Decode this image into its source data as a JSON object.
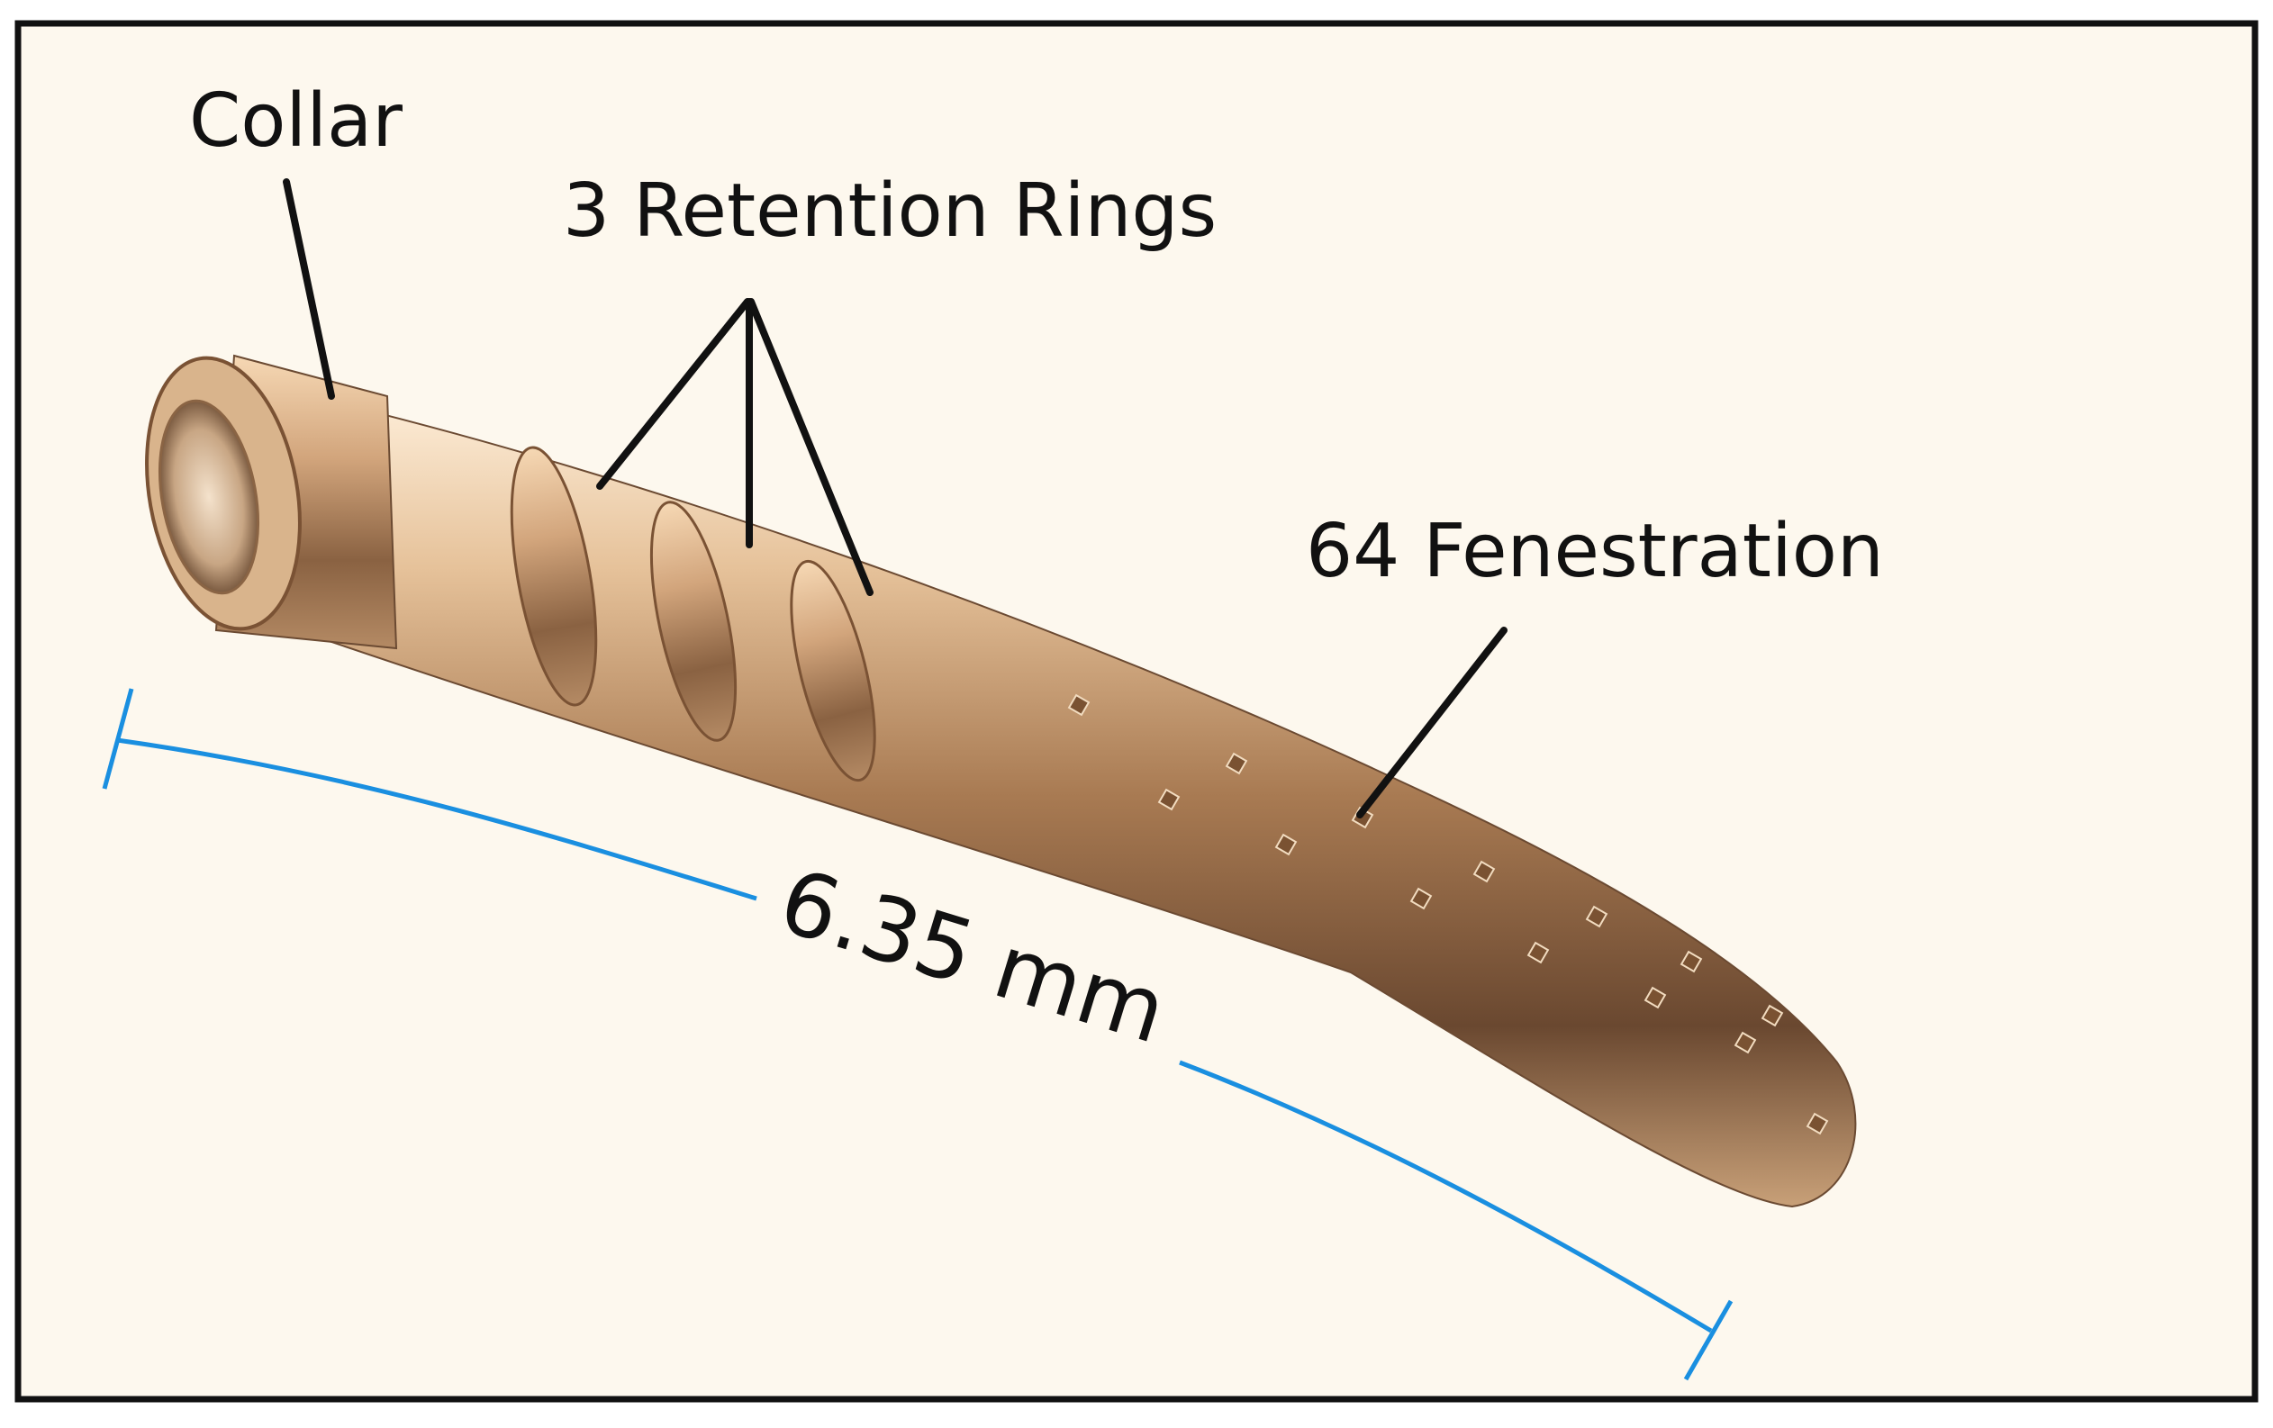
{
  "labels": {
    "collar": "Collar",
    "retention_rings": "3 Retention Rings",
    "fenestration": "64 Fenestration",
    "length": "6.35 mm"
  },
  "colors": {
    "background": "#fdf8ee",
    "frame": "#111111",
    "dimension_line": "#1a8fe0",
    "metal_light": "#f0d0a8",
    "metal_mid": "#b88a60",
    "metal_dark": "#5a3a24"
  }
}
